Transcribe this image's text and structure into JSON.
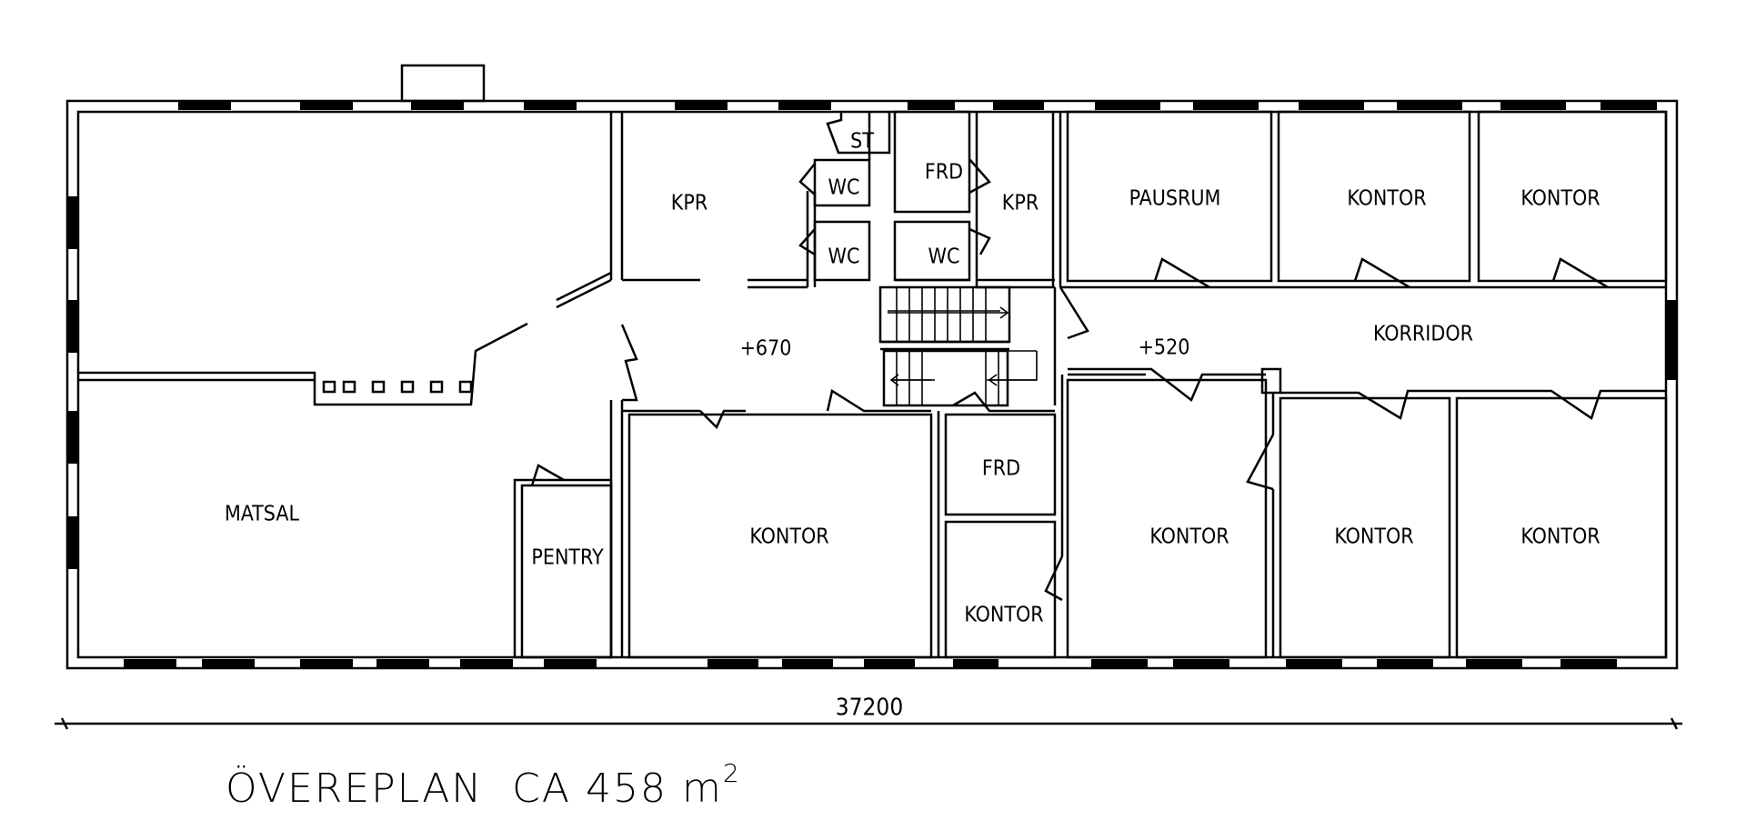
{
  "plan": {
    "rooms": {
      "matsal": "MATSAL",
      "pentry": "PENTRY",
      "kpr_left": "KPR",
      "st": "ST",
      "wc_upper": "WC",
      "wc_lower": "WC",
      "frd_upper": "FRD",
      "wc_right": "WC",
      "kpr_right": "KPR",
      "pausrum": "PAUSRUM",
      "kontor_top_1": "KONTOR",
      "kontor_top_2": "KONTOR",
      "korridor": "KORRIDOR",
      "kontor_mid": "KONTOR",
      "frd_lower": "FRD",
      "kontor_small": "KONTOR",
      "kontor_bot_1": "KONTOR",
      "kontor_bot_2": "KONTOR",
      "kontor_bot_3": "KONTOR"
    },
    "levels": {
      "left": "+670",
      "right": "+520"
    },
    "dimension": "37200",
    "title": "ÖVEREPLAN  CA 458 m",
    "title_superscript": "2"
  }
}
